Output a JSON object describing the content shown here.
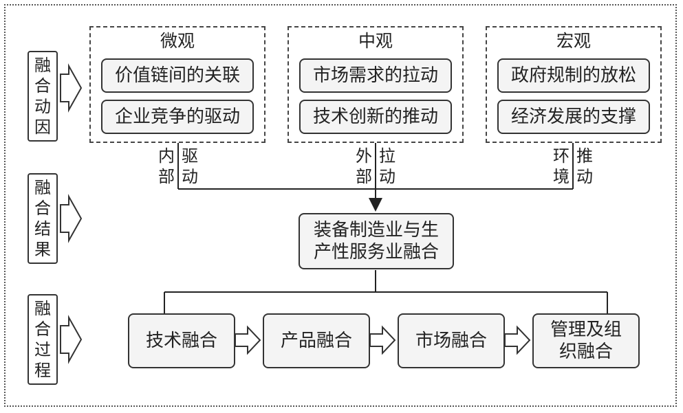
{
  "stages": {
    "drivers": "融合动因",
    "result": "融合结果",
    "process": "融合过程"
  },
  "groups": {
    "micro": {
      "title": "微观",
      "items": [
        "价值链间的关联",
        "企业竞争的驱动"
      ],
      "force": "内部驱动"
    },
    "meso": {
      "title": "中观",
      "items": [
        "市场需求的拉动",
        "技术创新的推动"
      ],
      "force": "外部拉动"
    },
    "macro": {
      "title": "宏观",
      "items": [
        "政府规制的放松",
        "经济发展的支撑"
      ],
      "force": "环境推动"
    }
  },
  "result_box": {
    "line1": "装备制造业与生",
    "line2": "产性服务业融合"
  },
  "process_steps": [
    "技术融合",
    "产品融合",
    "市场融合",
    "管理及组织融合"
  ]
}
